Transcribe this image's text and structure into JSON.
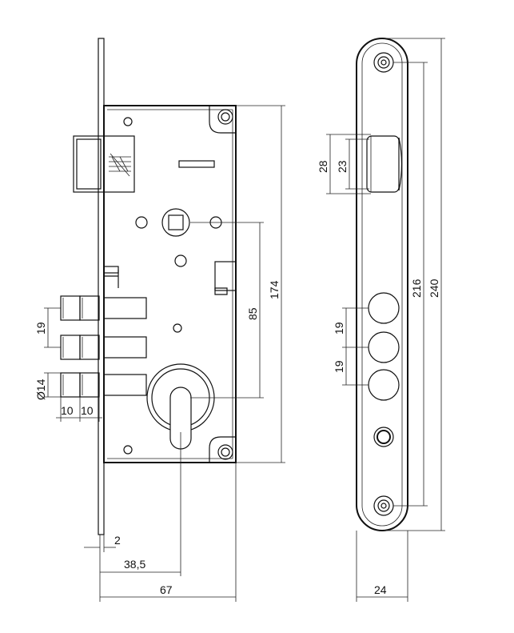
{
  "dimensions": {
    "front_plate_offset": "2",
    "backset": "38,5",
    "case_width": "67",
    "center_distance": "85",
    "case_height": "174",
    "pin_pitch_1": "19",
    "bolt_diameter": "Ø14",
    "bolt_step_1": "10",
    "bolt_step_2": "10",
    "faceplate_width": "24",
    "latch_outer": "28",
    "latch_inner": "23",
    "hole_pitch_1": "19",
    "hole_pitch_2": "19",
    "screw_distance": "216",
    "faceplate_height": "240"
  }
}
